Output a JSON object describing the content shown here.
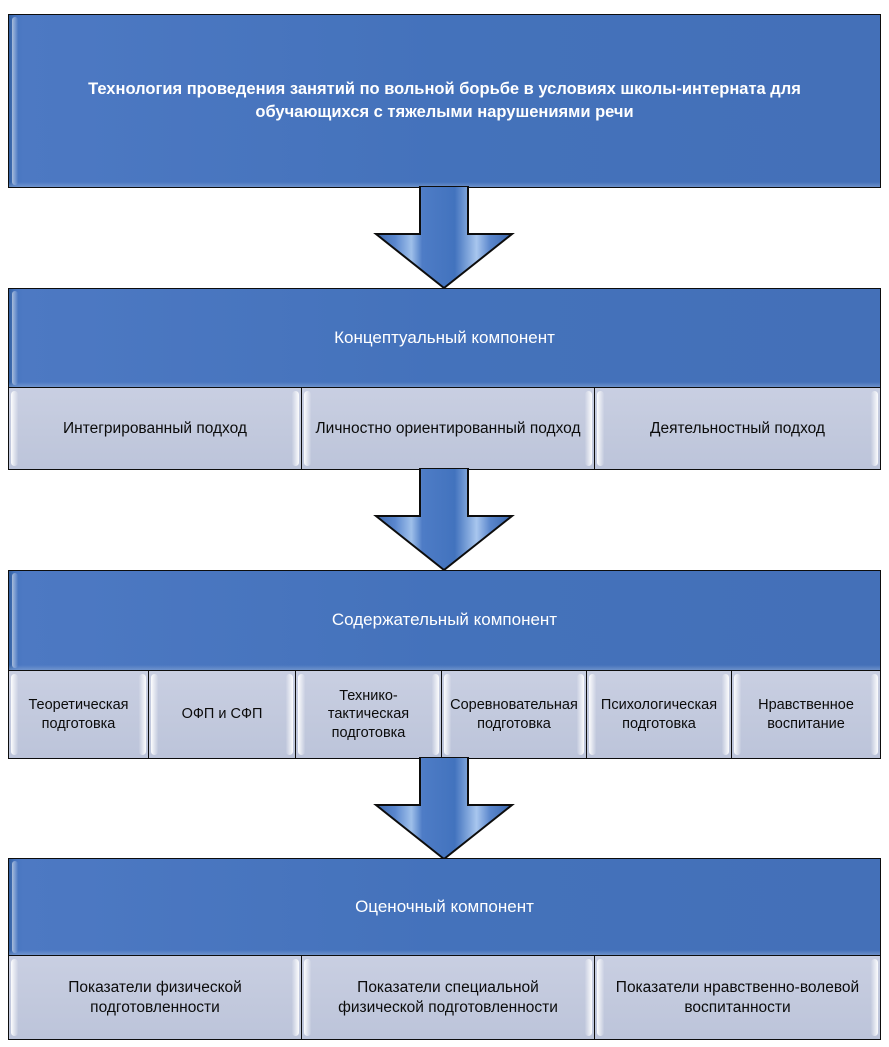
{
  "diagram": {
    "title": "Технология проведения занятий по вольной борьбе в условиях школы-интерната для обучающихся с тяжелыми нарушениями речи",
    "colors": {
      "band_blue": "#4472BB",
      "subbox_light": "#C4CBDE",
      "border": "#0D0D0D",
      "band_text": "#FFFFFF",
      "subbox_text": "#0B0B0B",
      "arrow_blue": "#4A7AC4",
      "background": "#FFFFFF"
    },
    "blocks": [
      {
        "id": "title-block",
        "heading": "Технология проведения занятий по вольной борьбе в условиях школы-интерната для обучающихся с тяжелыми нарушениями речи",
        "items": []
      },
      {
        "id": "conceptual-block",
        "heading": "Концептуальный компонент",
        "items": [
          "Интегрированный подход",
          "Личностно ориентированный подход",
          "Деятельностный подход"
        ]
      },
      {
        "id": "content-block",
        "heading": "Содержательный компонент",
        "items": [
          "Теоретическая подготовка",
          "ОФП и СФП",
          "Технико-тактическая подготовка",
          "Соревновательная подготовка",
          "Психологическая подготовка",
          "Нравственное воспитание"
        ]
      },
      {
        "id": "evaluation-block",
        "heading": "Оценочный компонент",
        "items": [
          "Показатели физической подготовленности",
          "Показатели специальной физической подготовленности",
          "Показатели нравственно-волевой воспитанности"
        ]
      }
    ],
    "arrows": [
      {
        "id": "arrow-title-to-conceptual",
        "direction": "down"
      },
      {
        "id": "arrow-conceptual-to-content",
        "direction": "down"
      },
      {
        "id": "arrow-content-to-evaluation",
        "direction": "down"
      }
    ]
  }
}
